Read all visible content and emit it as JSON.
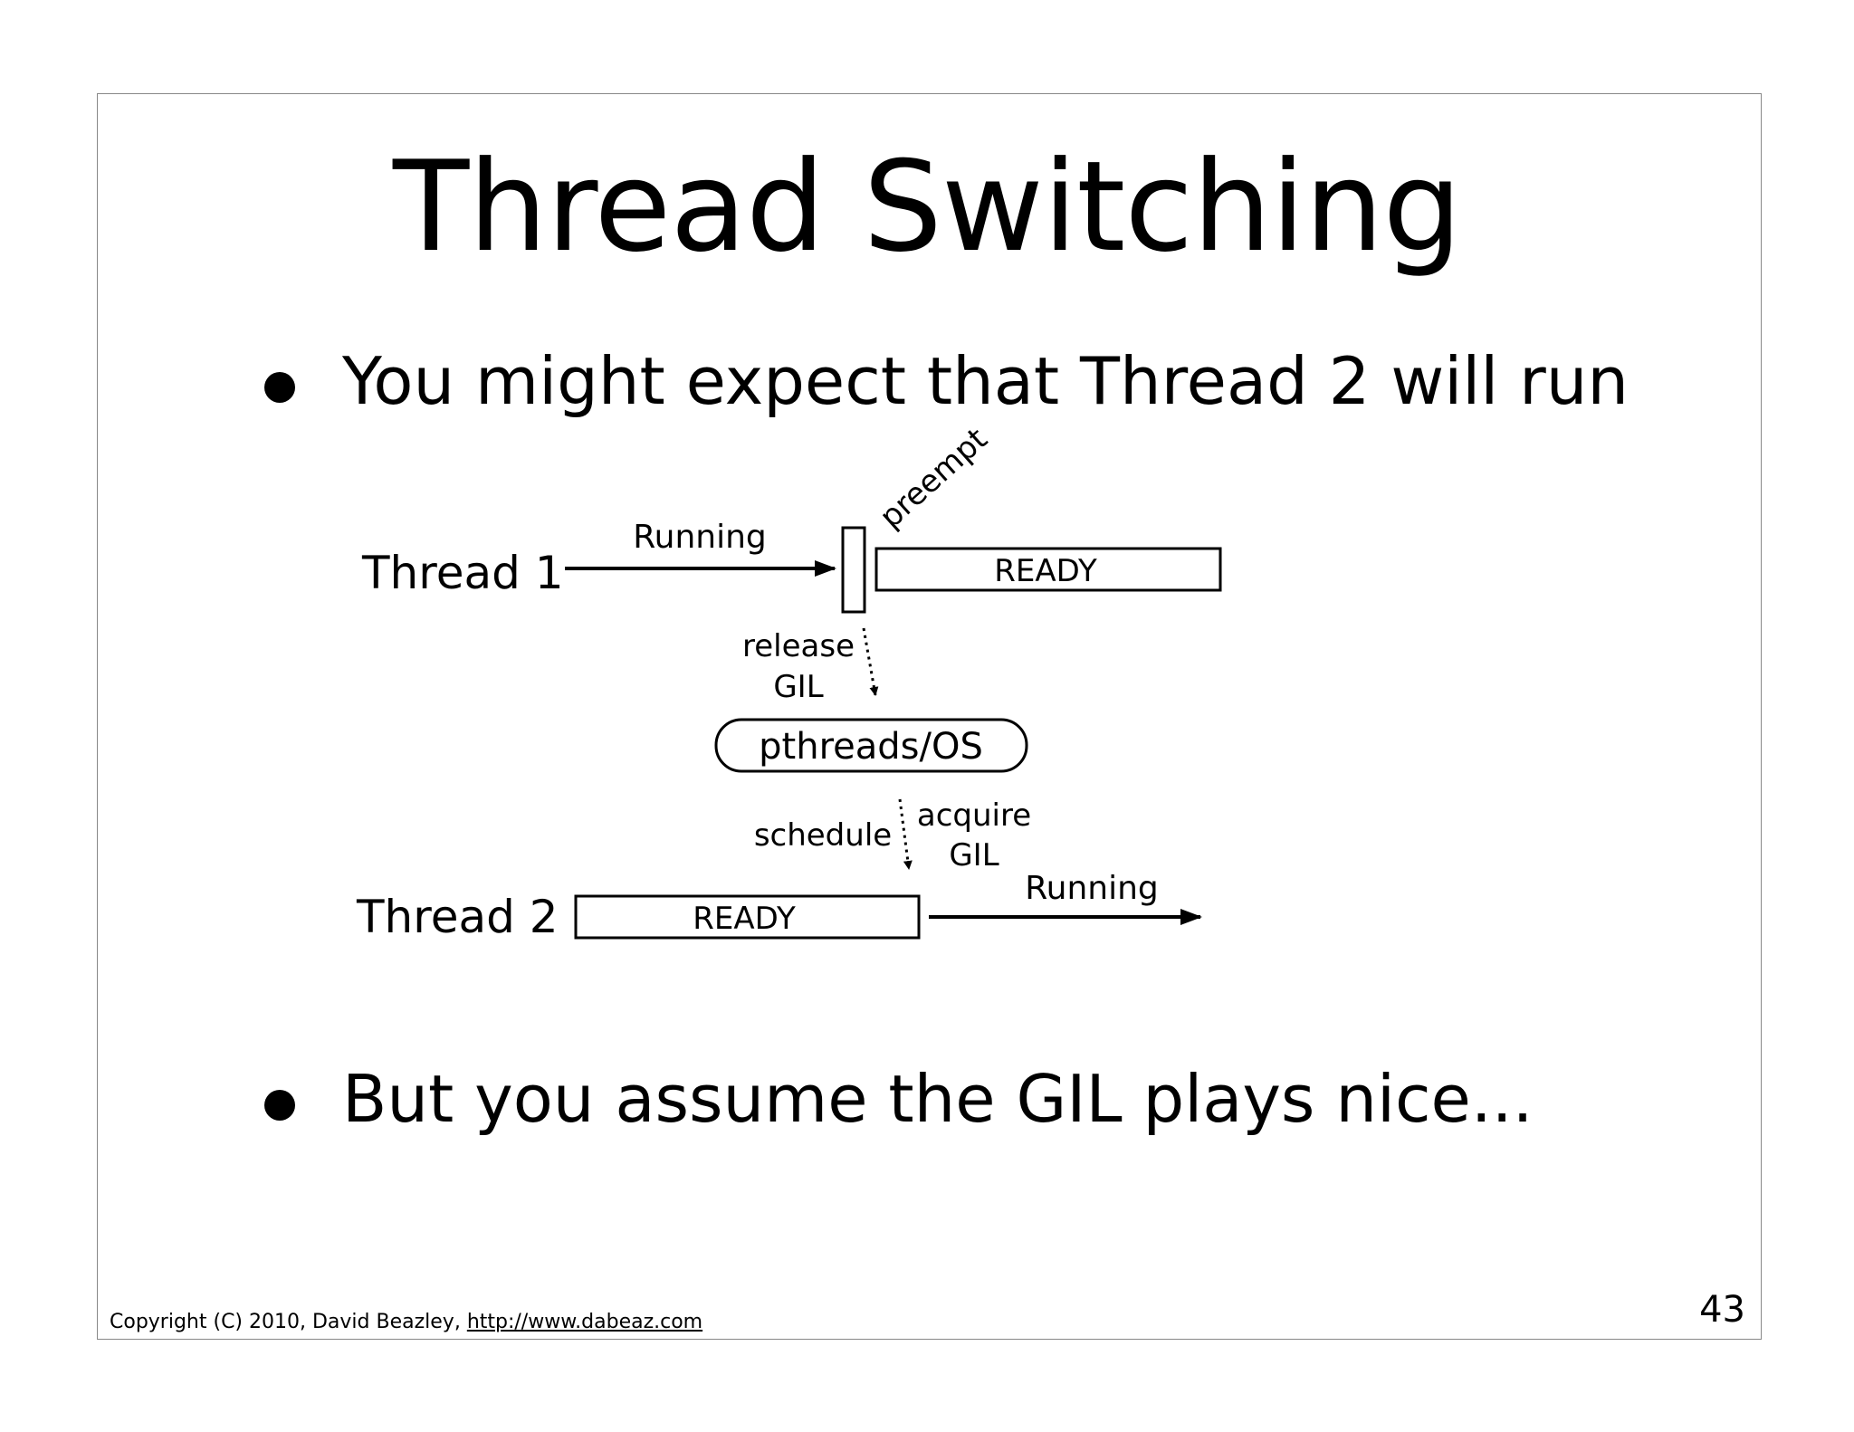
{
  "slide": {
    "title": "Thread Switching",
    "bullets": [
      "You might expect that Thread 2 will run",
      "But you assume the GIL plays nice..."
    ],
    "footer": {
      "copyright": "Copyright (C) 2010,  David Beazley, ",
      "link": "http://www.dabeaz.com"
    },
    "page_number": "43"
  },
  "diagram": {
    "thread1_label": "Thread 1",
    "thread2_label": "Thread 2",
    "running_label_1": "Running",
    "running_label_2": "Running",
    "preempt_label": "preempt",
    "ready_label_1": "READY",
    "ready_label_2": "READY",
    "release_label": "release",
    "release_gil_label": "GIL",
    "os_label": "pthreads/OS",
    "schedule_label": "schedule",
    "acquire_label": "acquire",
    "acquire_gil_label": "GIL"
  }
}
